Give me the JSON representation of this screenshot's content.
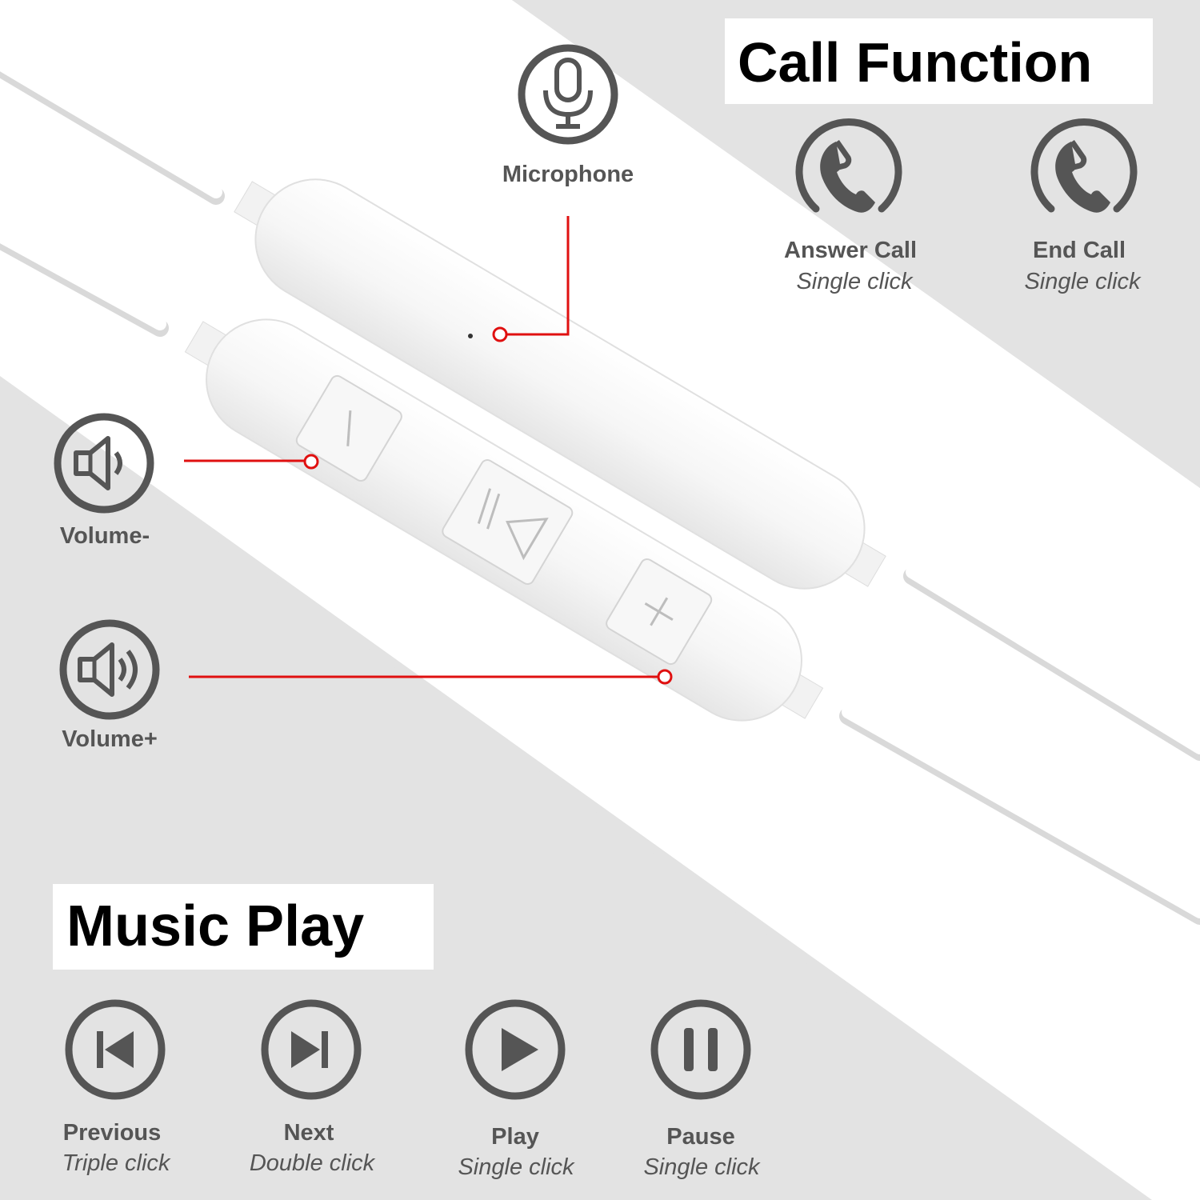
{
  "colors": {
    "background": "#e3e3e3",
    "band": "#ffffff",
    "icon": "#555555",
    "callout": "#e01010",
    "title": "#000000"
  },
  "call_function": {
    "title": "Call Function",
    "items": [
      {
        "icon": "phone-icon",
        "label": "Answer Call",
        "action": "Single click"
      },
      {
        "icon": "phone-icon",
        "label": "End Call",
        "action": "Single click"
      }
    ]
  },
  "controls": {
    "microphone": {
      "icon": "microphone-icon",
      "label": "Microphone"
    },
    "volume_down": {
      "icon": "speaker-low-icon",
      "label": "Volume-"
    },
    "volume_up": {
      "icon": "speaker-high-icon",
      "label": "Volume+"
    }
  },
  "music_play": {
    "title": "Music Play",
    "items": [
      {
        "icon": "previous-icon",
        "label": "Previous",
        "action": "Triple click"
      },
      {
        "icon": "next-icon",
        "label": "Next",
        "action": "Double click"
      },
      {
        "icon": "play-icon",
        "label": "Play",
        "action": "Single click"
      },
      {
        "icon": "pause-icon",
        "label": "Pause",
        "action": "Single click"
      }
    ]
  }
}
